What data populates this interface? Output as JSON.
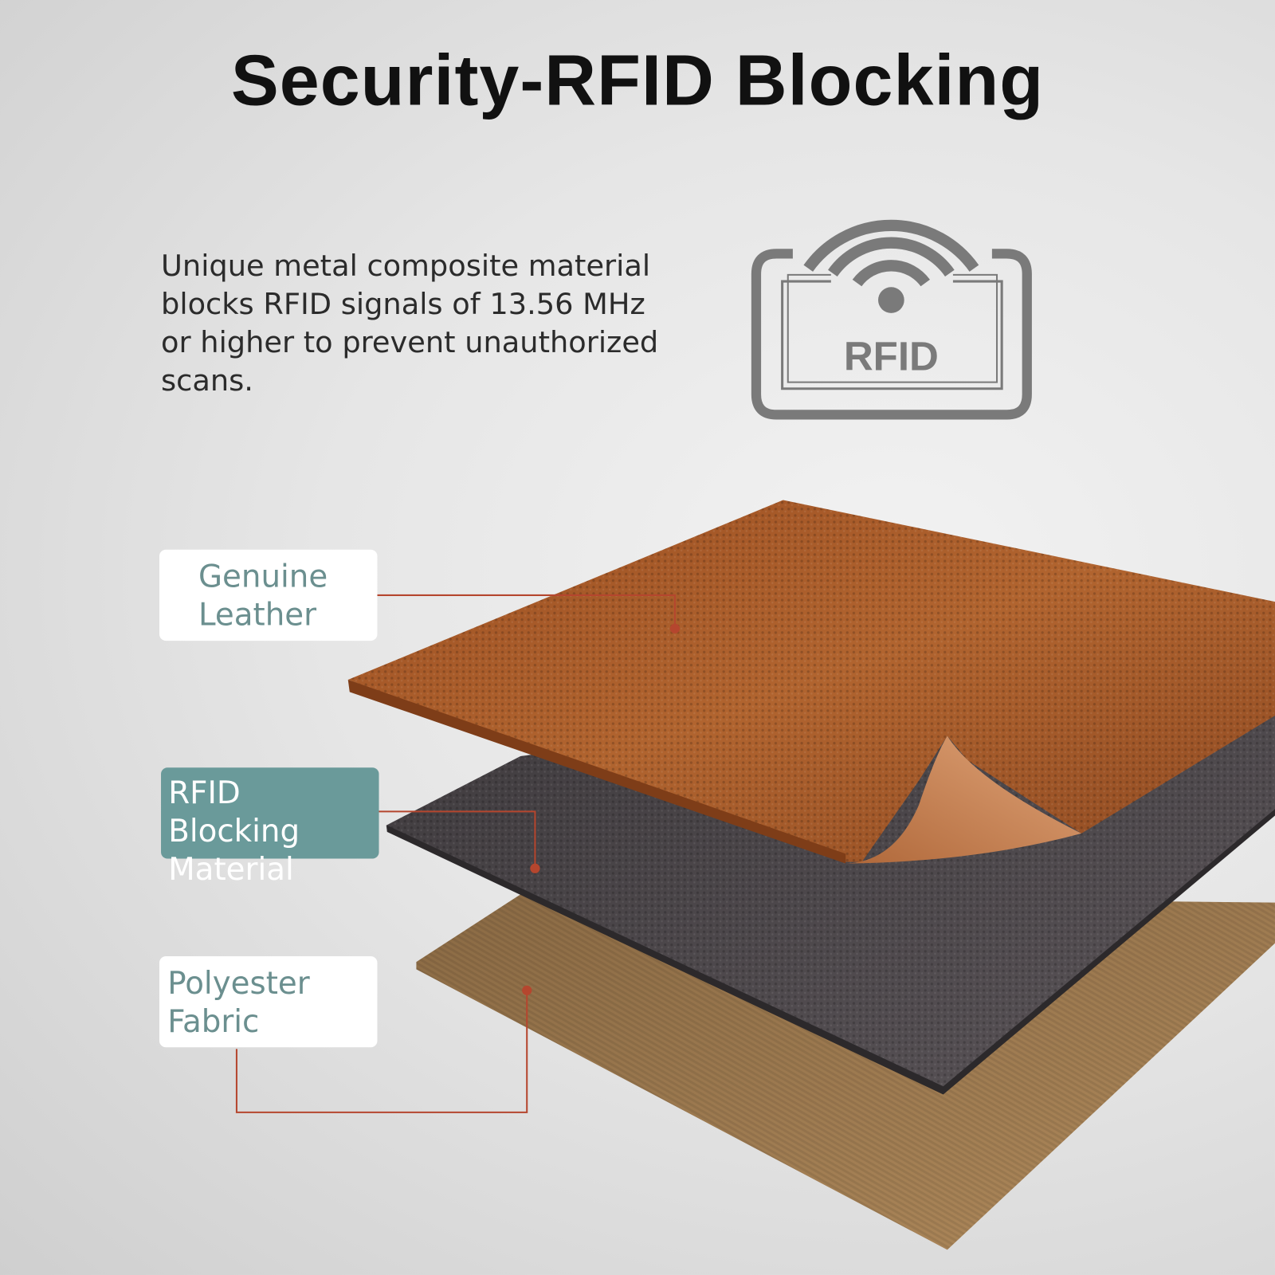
{
  "title": "Security-RFID Blocking",
  "description": "Unique metal composite material blocks RFID signals of 13.56 MHz or higher to prevent unauthorized scans.",
  "rfid_icon": {
    "icon": "rfid-signal-card-icon",
    "text": "RFID",
    "color": "#7a7a7a"
  },
  "layers": [
    {
      "label_line1": "Genuine",
      "label_line2": "Leather",
      "color": "#a8582a"
    },
    {
      "label_line1": "RFID Blocking",
      "label_line2": "Material",
      "color": "#4a4548"
    },
    {
      "label_line1": "Polyester",
      "label_line2": "Fabric",
      "color": "#9a7548"
    }
  ],
  "colors": {
    "accent_teal": "#6a9a9a",
    "label_text": "#6b8f8f",
    "connector": "#b5462e"
  }
}
